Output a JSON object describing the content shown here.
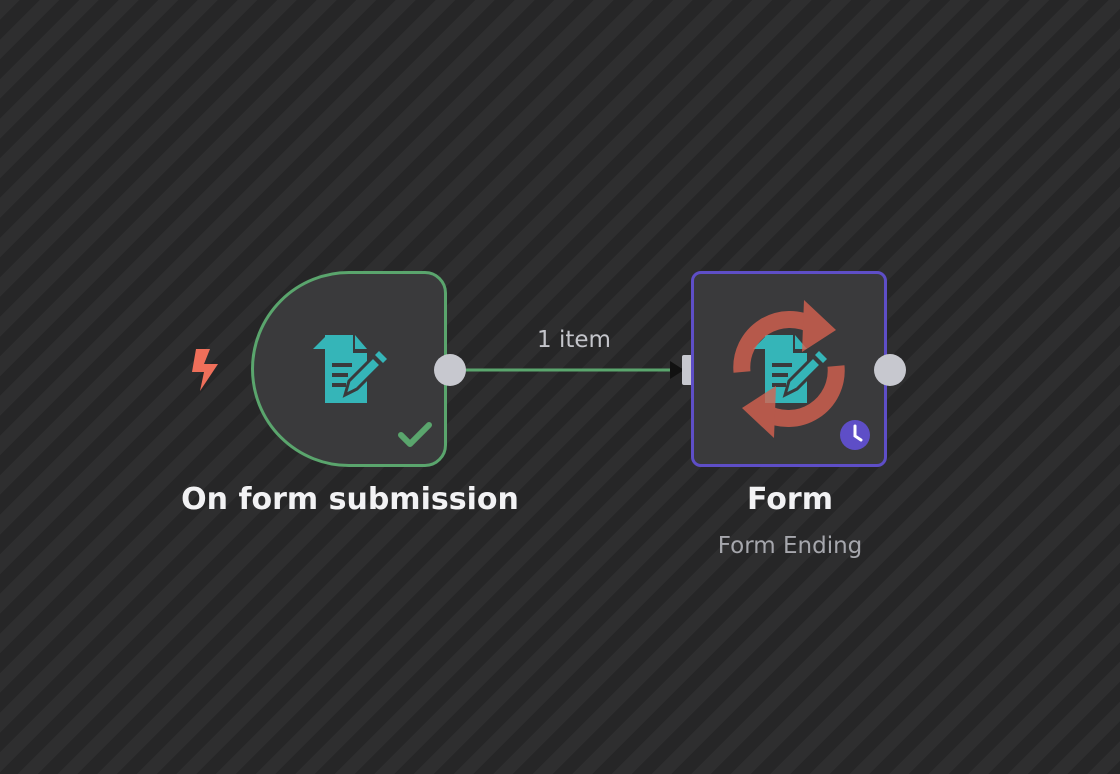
{
  "canvas": {
    "background": "#2b2b2c"
  },
  "trigger_node": {
    "title": "On form submission",
    "icon": "form-document-icon",
    "status_icon": "checkmark-icon",
    "trigger_icon": "lightning-bolt-icon",
    "border_color": "#5aa56d",
    "status": "success"
  },
  "connection": {
    "label": "1 item",
    "color": "#5aa56d"
  },
  "action_node": {
    "title": "Form",
    "subtitle": "Form Ending",
    "icon": "form-document-icon",
    "overlay_icon": "refresh-icon",
    "status_icon": "clock-icon",
    "border_color": "#5e4ec7",
    "status": "waiting"
  },
  "colors": {
    "accent_teal": "#35b5b8",
    "trigger_orange": "#ef6f5a",
    "handle": "#c7c8cf"
  }
}
